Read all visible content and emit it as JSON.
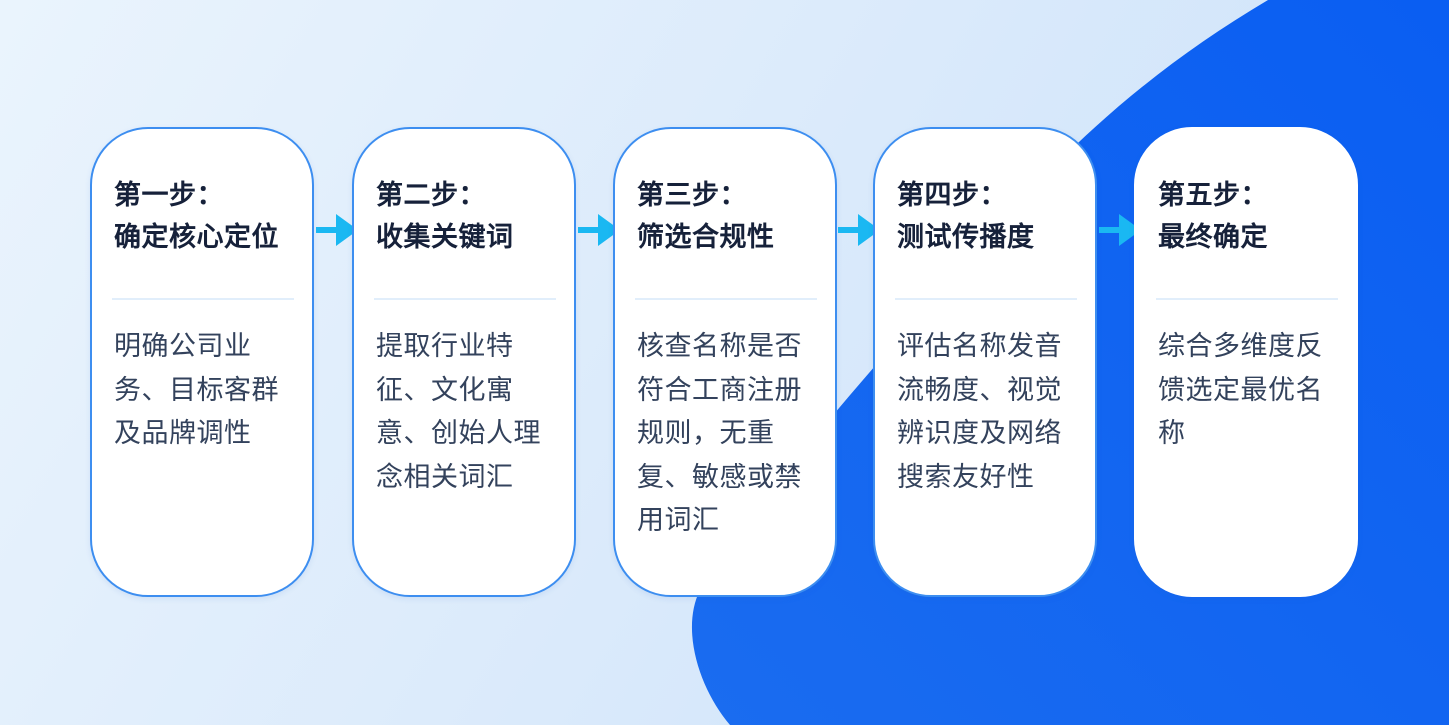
{
  "colors": {
    "background_light": "#dcebfb",
    "accent_blue": "#1a66f0",
    "card_border": "#3d8ef0",
    "arrow": "#1ab8f2",
    "title_text": "#16213a",
    "body_text": "#33425c"
  },
  "steps": [
    {
      "label": "第一步：",
      "title": "确定核心定位",
      "description": "明确公司业务、目标客群及品牌调性"
    },
    {
      "label": "第二步：",
      "title": "收集关键词",
      "description": "提取行业特征、文化寓意、创始人理念相关词汇"
    },
    {
      "label": "第三步：",
      "title": "筛选合规性",
      "description": "核查名称是否符合工商注册规则，无重复、敏感或禁用词汇"
    },
    {
      "label": "第四步：",
      "title": "测试传播度",
      "description": "评估名称发音流畅度、视觉辨识度及网络搜索友好性"
    },
    {
      "label": "第五步：",
      "title": "最终确定",
      "description": "综合多维度反馈选定最优名称"
    }
  ],
  "connectors": [
    {
      "from": 1,
      "to": 2,
      "icon": "arrow-right-icon"
    },
    {
      "from": 2,
      "to": 3,
      "icon": "arrow-right-icon"
    },
    {
      "from": 3,
      "to": 4,
      "icon": "arrow-right-icon"
    },
    {
      "from": 4,
      "to": 5,
      "icon": "arrow-right-icon"
    }
  ]
}
